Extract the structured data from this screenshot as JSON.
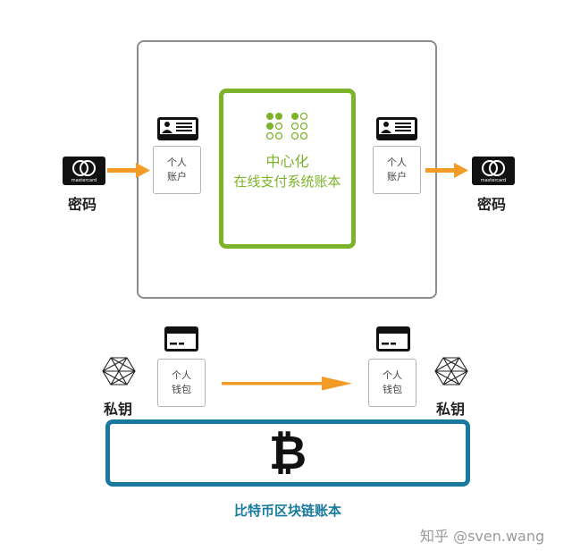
{
  "colors": {
    "green": "#7cb32a",
    "blue": "#1a7a9e",
    "orange": "#f29b27",
    "gray": "#8c8c8c"
  },
  "centralized": {
    "title": "中心化",
    "subtitle": "在线支付系统账本",
    "left_account": {
      "line1": "个人",
      "line2": "账户",
      "icon": "id-card-icon"
    },
    "right_account": {
      "line1": "个人",
      "line2": "账户",
      "icon": "id-card-icon"
    },
    "left_secret": {
      "label": "密码",
      "icon": "mastercard-icon"
    },
    "right_secret": {
      "label": "密码",
      "icon": "mastercard-icon"
    },
    "card_brand_text": "mastercard"
  },
  "blockchain": {
    "symbol": "₿",
    "label": "比特币区块链账本",
    "left_wallet": {
      "line1": "个人",
      "line2": "钱包",
      "icon": "credit-card-icon"
    },
    "right_wallet": {
      "line1": "个人",
      "line2": "钱包",
      "icon": "credit-card-icon"
    },
    "left_key": {
      "label": "私钥",
      "icon": "crystal-hexagon-icon"
    },
    "right_key": {
      "label": "私钥",
      "icon": "crystal-hexagon-icon"
    }
  },
  "watermark": "知乎 @sven.wang"
}
